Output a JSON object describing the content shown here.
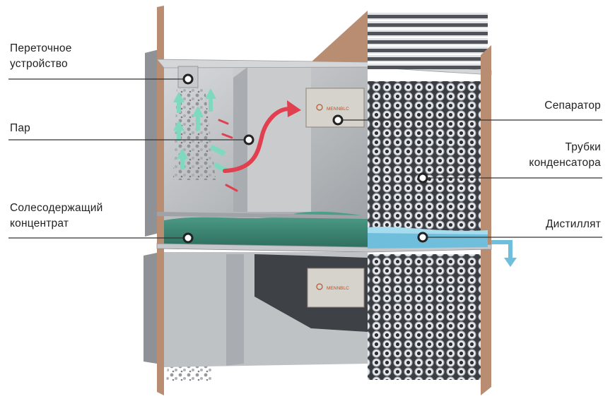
{
  "labels": {
    "transfer_device": {
      "line1": "Переточное",
      "line2": "устройство"
    },
    "steam": "Пар",
    "brine": {
      "line1": "Солесодержащий",
      "line2": "концентрат"
    },
    "separator": "Сепаратор",
    "condenser_tubes": {
      "line1": "Трубки",
      "line2": "конденсатора"
    },
    "distillate": "Дистиллят"
  },
  "plate_brand": "MENNBLC",
  "colors": {
    "steel": "#b9bcbf",
    "steel_dark": "#8d9094",
    "copper": "#b98d72",
    "brine": "#3f8f7c",
    "distillate": "#6fbfdc",
    "steam_arrow": "#e0404f",
    "mint_arrow": "#7ed9bf",
    "leader": "#333333"
  }
}
